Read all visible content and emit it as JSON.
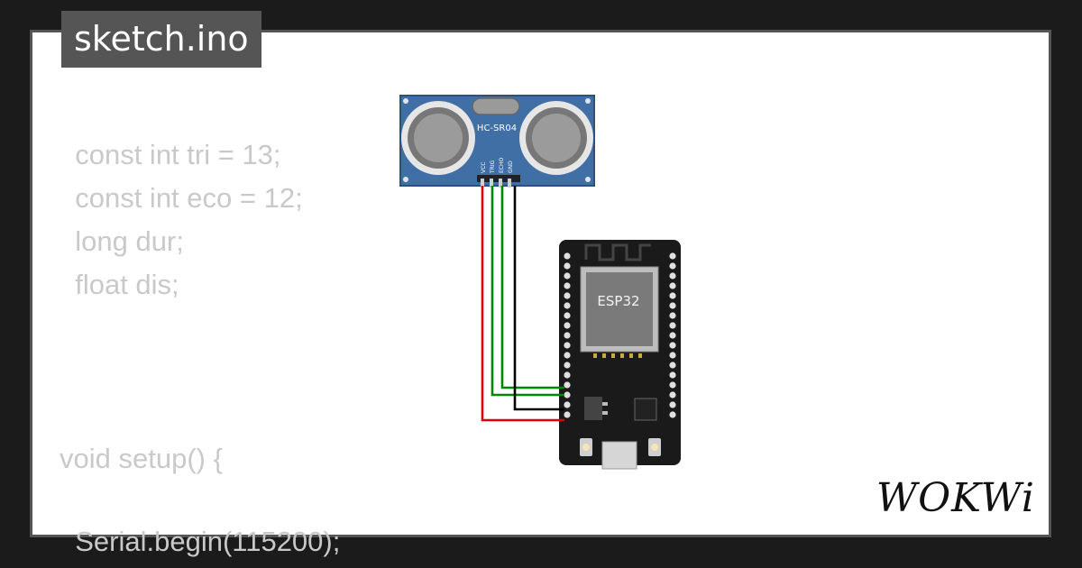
{
  "tab": {
    "title": "sketch.ino"
  },
  "code_lines": [
    "  const int tri = 13;",
    "  const int eco = 12;",
    "  long dur;",
    "  float dis;",
    "void setup() {",
    "  Serial.begin(115200);"
  ],
  "sensor": {
    "label": "HC-SR04",
    "pins": [
      "VCC",
      "TRIG",
      "ECHO",
      "GND"
    ]
  },
  "board": {
    "label": "ESP32"
  },
  "brand": {
    "logo": "WOKWi"
  },
  "wire_colors": {
    "vcc": "#e00000",
    "trig": "#008800",
    "echo": "#008800",
    "gnd": "#000000"
  }
}
